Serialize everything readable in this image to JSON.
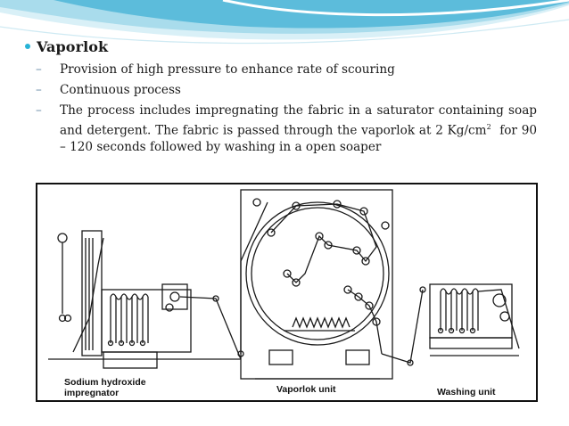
{
  "slide": {
    "heading": "Vaporlok",
    "bullets": [
      "Provision of high pressure to enhance rate of scouring",
      "Continuous process",
      "The process includes impregnating the fabric in a saturator containing soap and detergent. The fabric is passed through the vaporlok at 2 Kg/cm"
    ],
    "bullet3_sup": "2",
    "bullet3_tail": "for 90 – 120 seconds followed by washing in a open soaper"
  },
  "figure": {
    "labels": {
      "impregnator_line1": "Sodium hydroxide",
      "impregnator_line2": "impregnator",
      "vaporlok": "Vaporlok unit",
      "washing": "Washing unit"
    }
  },
  "colors": {
    "accent": "#27b3d6",
    "wave_light": "#bfe6f2",
    "wave_dark": "#3aa9cf"
  }
}
